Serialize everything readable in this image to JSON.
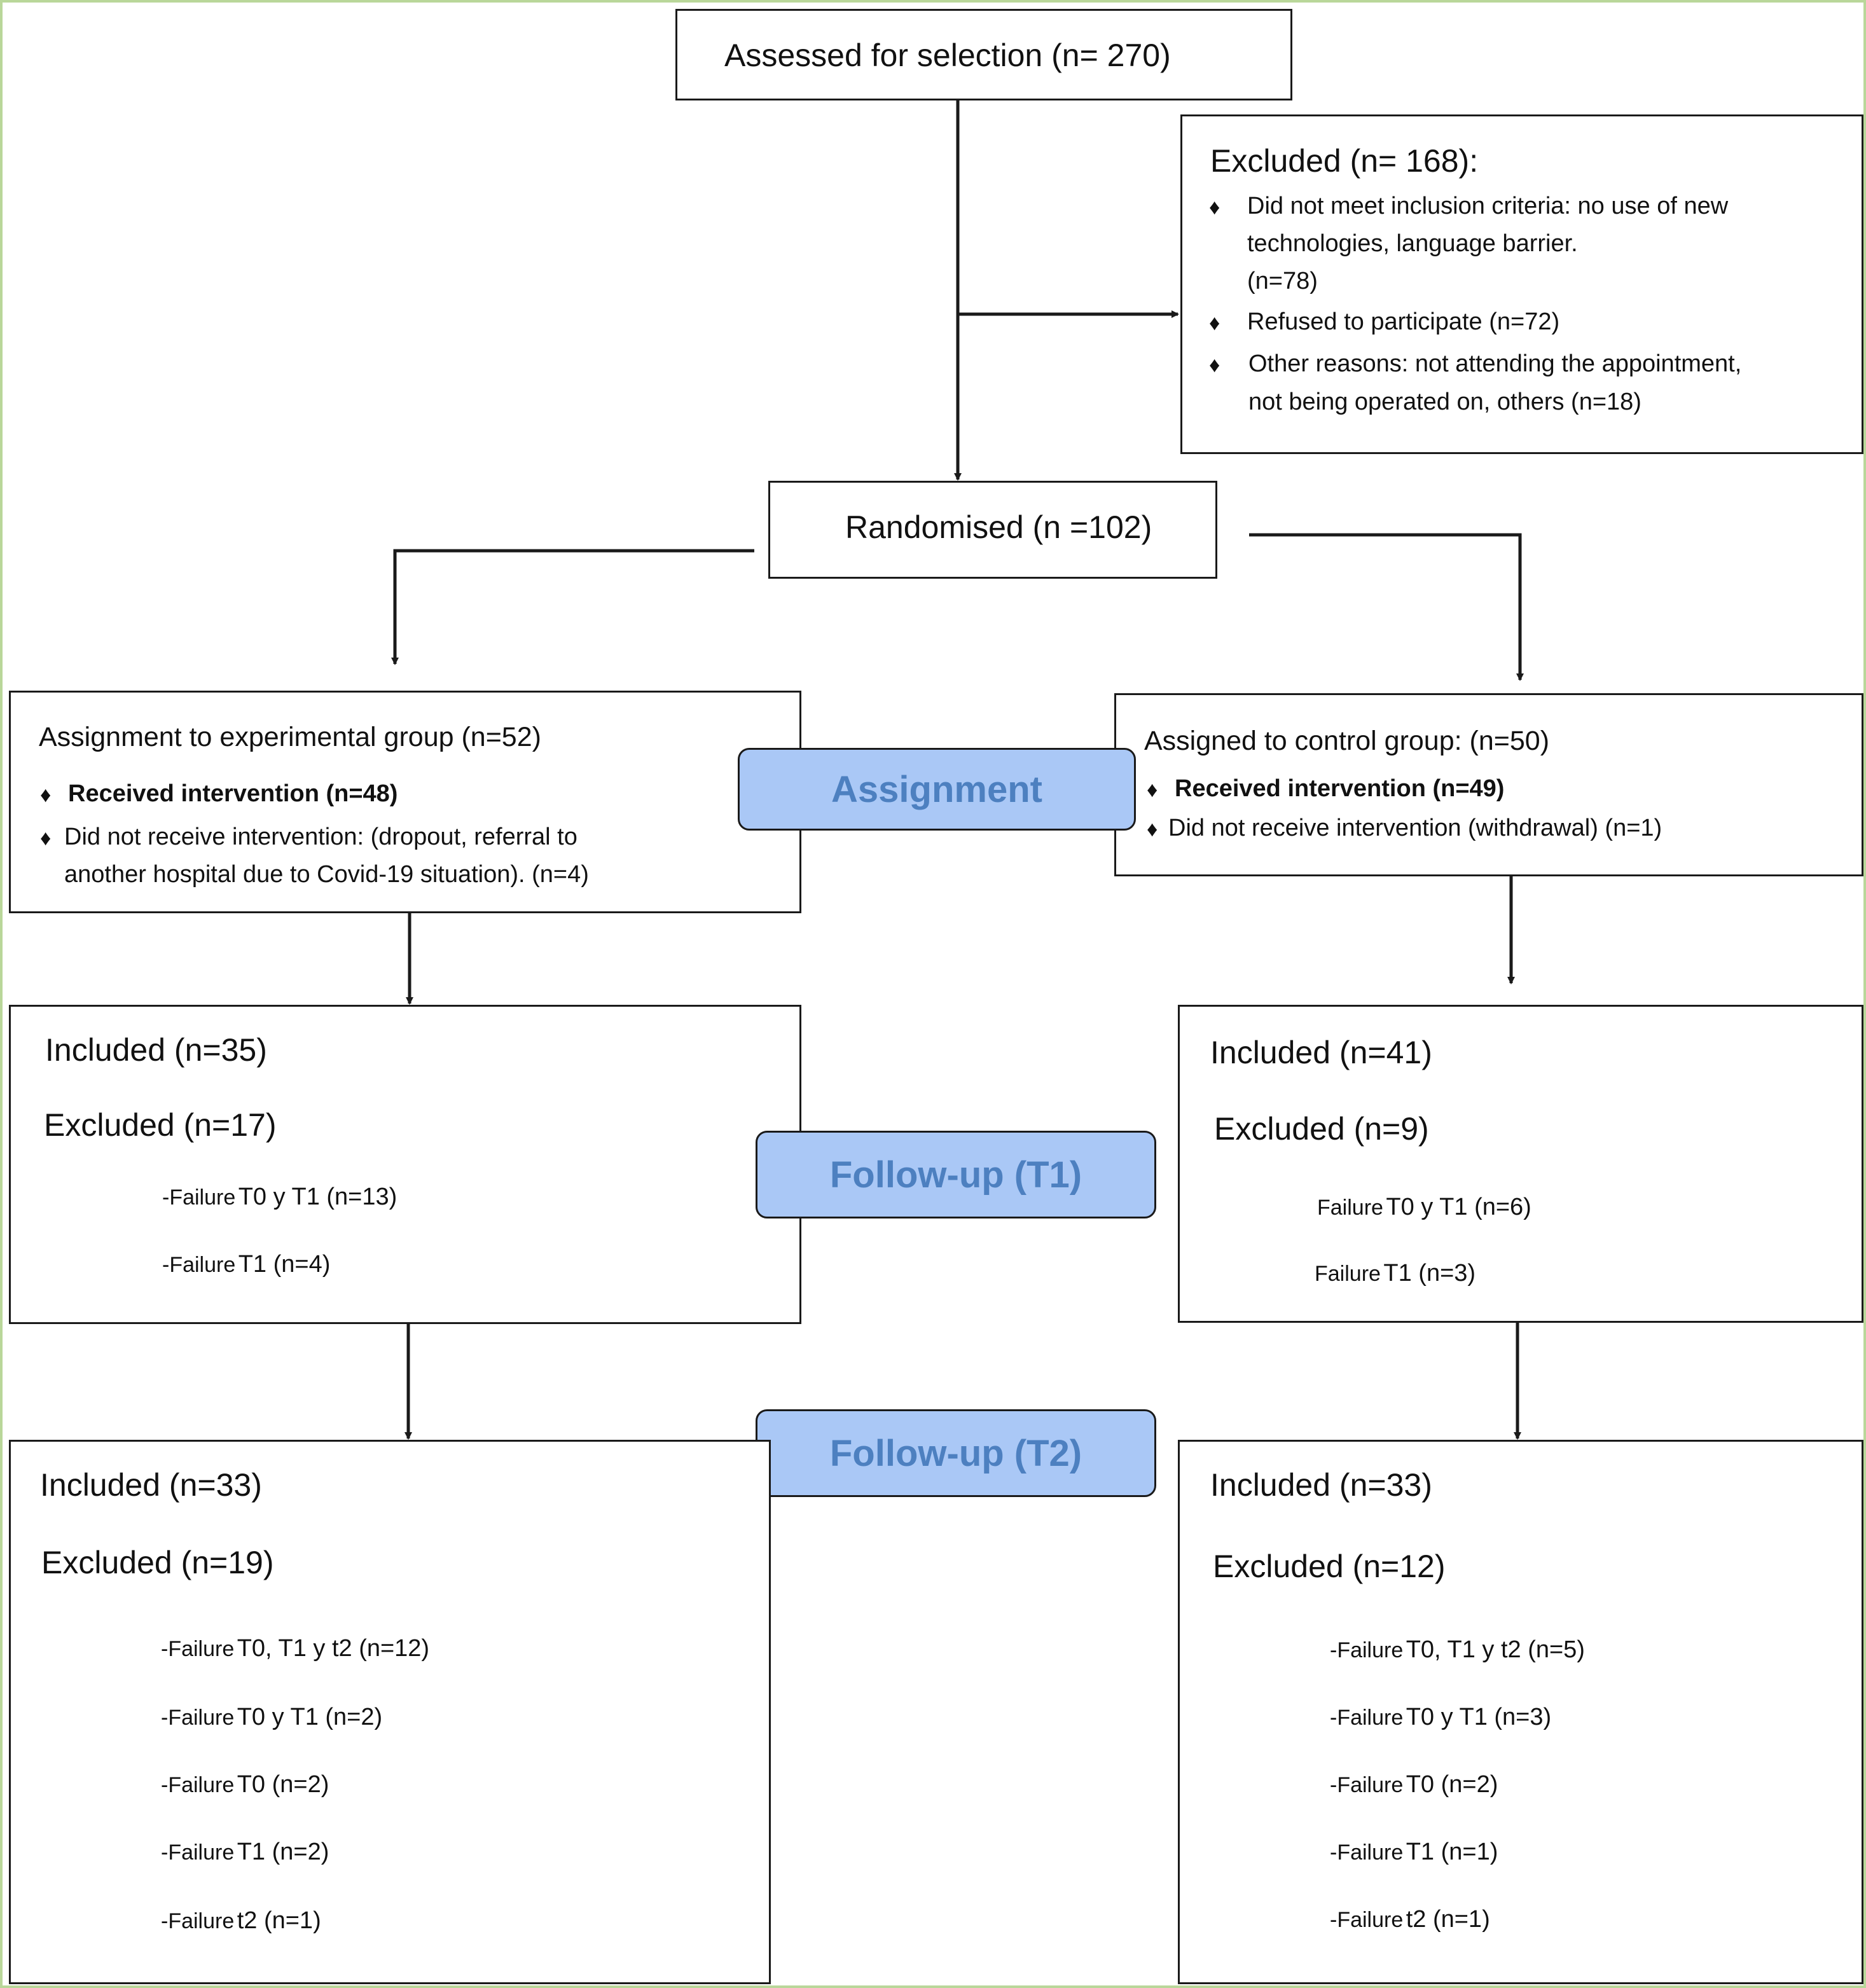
{
  "assessed": "Assessed for selection (n= 270)",
  "excluded_top": {
    "title": "Excluded (n= 168):",
    "bullets": [
      {
        "symbol": "♦",
        "lines": [
          "Did not meet inclusion criteria: no use of new",
          "technologies, language barrier.",
          "(n=78)"
        ]
      },
      {
        "symbol": "♦",
        "lines": [
          "Refused to participate (n=72)"
        ]
      },
      {
        "symbol": "♦",
        "lines": [
          "Other reasons: not attending the appointment,",
          "not being operated on, others (n=18)"
        ]
      }
    ]
  },
  "randomised": "Randomised (n =102)",
  "phases": {
    "assignment": "Assignment",
    "followup_t1": "Follow-up (T1)",
    "followup_t2": "Follow-up (T2)"
  },
  "experimental": {
    "assignment": {
      "title": "Assignment to experimental group (n=52)",
      "received": "Received intervention (n=48)",
      "not_received_lines": [
        "Did not receive intervention: (dropout, referral to",
        "another hospital due to Covid-19 situation). (n=4)"
      ]
    },
    "t1": {
      "included": "Included (n=35)",
      "excluded": "Excluded (n=17)",
      "failures": [
        {
          "prefix": "-Failure",
          "rest": "T0 y T1 (n=13)"
        },
        {
          "prefix": "-Failure",
          "rest": "T1 (n=4)"
        }
      ]
    },
    "t2": {
      "included": "Included (n=33)",
      "excluded": "Excluded (n=19)",
      "failures": [
        {
          "prefix": "-Failure",
          "rest": "T0, T1 y t2 (n=12)"
        },
        {
          "prefix": "-Failure",
          "rest": "T0 y T1 (n=2)"
        },
        {
          "prefix": "-Failure",
          "rest": "T0 (n=2)"
        },
        {
          "prefix": "-Failure",
          "rest": "T1 (n=2)"
        },
        {
          "prefix": "-Failure",
          "rest": "t2 (n=1)"
        }
      ]
    }
  },
  "control": {
    "assignment": {
      "title": "Assigned to control group:  (n=50)",
      "received": "Received intervention (n=49)",
      "not_received": "Did not receive intervention (withdrawal) (n=1)"
    },
    "t1": {
      "included": "Included (n=41)",
      "excluded": "Excluded (n=9)",
      "failures": [
        {
          "prefix": "Failure",
          "rest": "T0 y T1 (n=6)"
        },
        {
          "prefix": "Failure",
          "rest": "T1 (n=3)"
        }
      ]
    },
    "t2": {
      "included": "Included (n=33)",
      "excluded": "Excluded (n=12)",
      "failures": [
        {
          "prefix": "-Failure",
          "rest": "T0, T1 y t2 (n=5)"
        },
        {
          "prefix": "-Failure",
          "rest": "T0 y T1 (n=3)"
        },
        {
          "prefix": "-Failure",
          "rest": "T0 (n=2)"
        },
        {
          "prefix": "-Failure",
          "rest": "T1 (n=1)"
        },
        {
          "prefix": "-Failure",
          "rest": "t2 (n=1)"
        }
      ]
    }
  },
  "colors": {
    "frame_border": "#b9d79a",
    "phase_fill": "#aac8f6",
    "phase_text": "#4d80c0",
    "line": "#1a1a1a"
  }
}
